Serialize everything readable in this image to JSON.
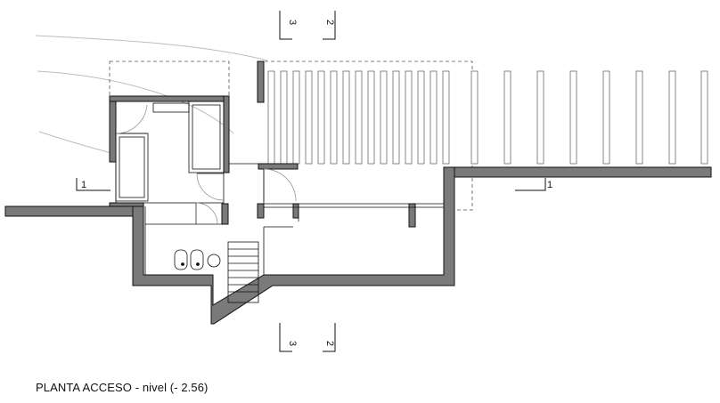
{
  "drawing": {
    "caption": "PLANTA ACCESO - nivel (- 2.56)",
    "section_marks": {
      "section_3_top": "3",
      "section_2_top": "2",
      "section_3_bottom": "3",
      "section_2_bottom": "2",
      "section_1_left": "1",
      "section_1_right": "1"
    },
    "colors": {
      "wall_fill": "#7a7a7a",
      "line": "#111111",
      "thin_line": "#9a9a9a",
      "dashed": "#555555"
    }
  }
}
